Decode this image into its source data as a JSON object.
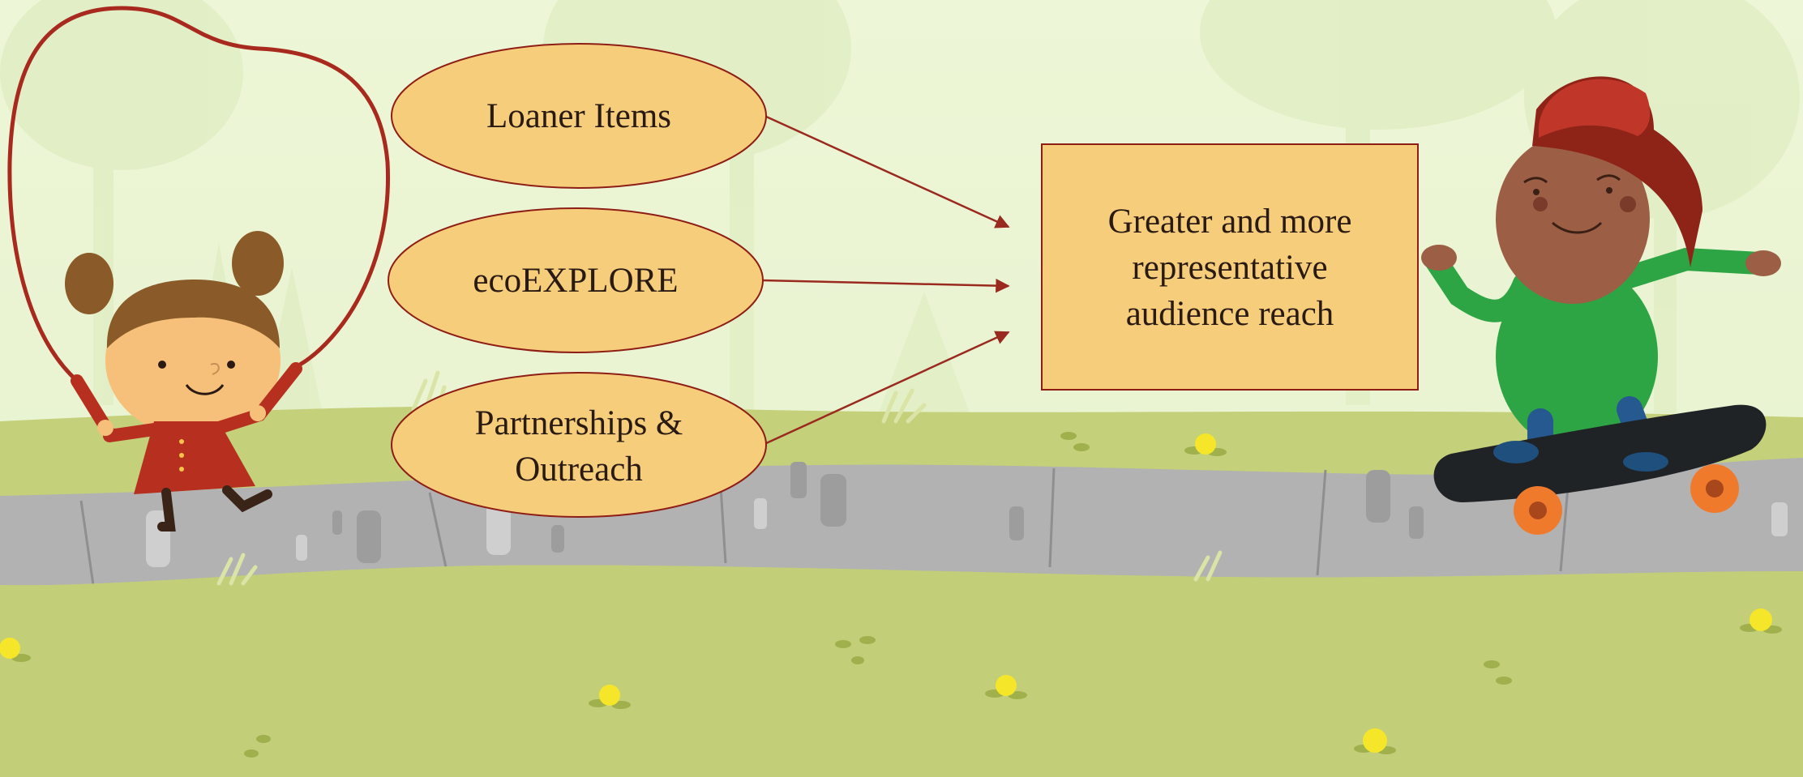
{
  "diagram": {
    "inputs": [
      {
        "id": "loaner",
        "lines": [
          "Loaner Items"
        ]
      },
      {
        "id": "ecoexplore",
        "lines": [
          "ecoEXPLORE"
        ]
      },
      {
        "id": "partnerships",
        "lines": [
          "Partnerships &",
          "Outreach"
        ]
      }
    ],
    "outcome": {
      "lines": [
        "Greater and more",
        "representative",
        "audience reach"
      ]
    }
  },
  "colors": {
    "shape_fill": "#f6cd7a",
    "shape_stroke": "#8e1d16",
    "arrow": "#9a2a1f",
    "sky": "#eef7d8",
    "grass": "#c3cf78",
    "path": "#b3b3b3"
  },
  "illustrations": {
    "left": "girl-jumping-rope-illustration",
    "right": "boy-on-skateboard-illustration"
  }
}
